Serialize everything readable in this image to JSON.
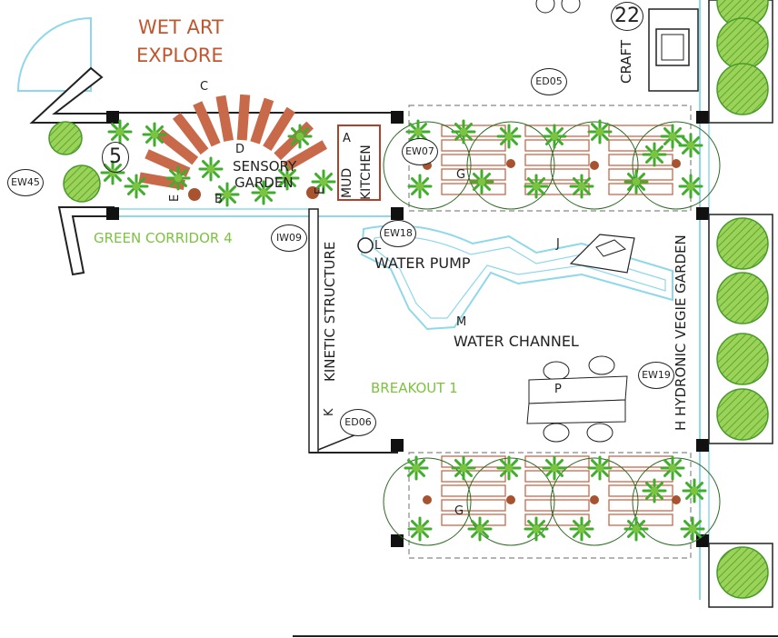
{
  "zones": {
    "wet_art": "WET ART",
    "explore": "EXPLORE",
    "green_corridor": "GREEN CORRIDOR 4",
    "breakout": "BREAKOUT 1",
    "craft": "CRAFT",
    "craft_number": "22",
    "corridor_number": "5"
  },
  "features": {
    "a": "A",
    "mud_kitchen_1": "MUD",
    "mud_kitchen_2": "KITCHEN",
    "b": "B",
    "c": "C",
    "d": "D",
    "sensory_1": "SENSORY",
    "sensory_2": "GARDEN",
    "e": "E",
    "g": "G",
    "h_hydronic": "H  HYDRONIC  VEGIE  GARDEN",
    "j": "J",
    "k": "K",
    "kinetic": "KINETIC  STRUCTURE",
    "l": "L",
    "water_pump": "WATER  PUMP",
    "m": "M",
    "water_channel": "WATER  CHANNEL",
    "p": "P"
  },
  "tags": [
    "EW45",
    "IW09",
    "EW18",
    "EW07",
    "ED05",
    "EW19",
    "ED06"
  ],
  "colors": {
    "plank": "#c8694a",
    "plant": "#3fae2a",
    "tree": "#7dc241",
    "water": "#8ed8ea",
    "wall": "#222222"
  }
}
